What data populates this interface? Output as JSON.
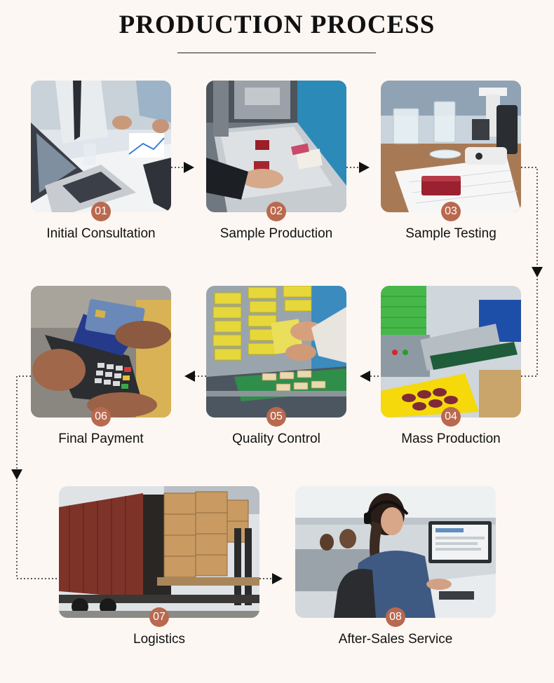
{
  "header": {
    "title": "PRODUCTION PROCESS"
  },
  "steps": [
    {
      "number": "01",
      "label": "Initial Consultation",
      "image": "business-meeting-laptop"
    },
    {
      "number": "02",
      "label": "Sample Production",
      "image": "soap-production-line"
    },
    {
      "number": "03",
      "label": "Sample Testing",
      "image": "laboratory-microscope-soap"
    },
    {
      "number": "04",
      "label": "Mass Production",
      "image": "packaging-machine-conveyor"
    },
    {
      "number": "05",
      "label": "Quality Control",
      "image": "inspecting-yellow-boxes"
    },
    {
      "number": "06",
      "label": "Final Payment",
      "image": "card-payment-terminal"
    },
    {
      "number": "07",
      "label": "Logistics",
      "image": "shipping-container-truck"
    },
    {
      "number": "08",
      "label": "After-Sales Service",
      "image": "call-center-headset"
    }
  ],
  "colors": {
    "badge": "#b9694f",
    "background": "#fdf7f3",
    "connector": "#222222"
  }
}
